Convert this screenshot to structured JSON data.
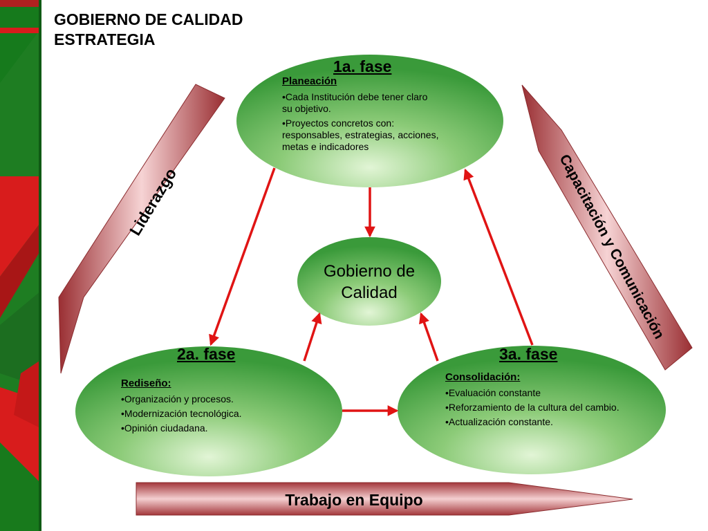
{
  "title": {
    "line1": "GOBIERNO DE CALIDAD",
    "line2": "ESTRATEGIA"
  },
  "center": {
    "line1": "Gobierno de",
    "line2": "Calidad"
  },
  "phase1": {
    "label": "1a. fase",
    "heading": "Planeación",
    "bullets": [
      "•Cada Institución debe tener claro su objetivo.",
      "•Proyectos concretos con: responsables, estrategias, acciones, metas e indicadores"
    ]
  },
  "phase2": {
    "label": "2a. fase",
    "heading": "Rediseño:",
    "bullets": [
      "•Organización y procesos.",
      "•Modernización tecnológica.",
      "•Opinión ciudadana."
    ]
  },
  "phase3": {
    "label": "3a. fase",
    "heading": "Consolidación:",
    "bullets": [
      "•Evaluación constante",
      "•Reforzamiento de la cultura del cambio.",
      "•Actualización constante."
    ]
  },
  "side_arrows": {
    "left": "Liderazgo",
    "right": "Capacitación y Comunicación",
    "bottom": "Trabajo en Equipo"
  },
  "colors": {
    "ellipse_light": "#d8f0c8",
    "ellipse_dark": "#3e9d3e",
    "arrow_red": "#e01414",
    "pencil_light": "#f3cfd0",
    "pencil_dark": "#9e3438",
    "sidebar_green": "#1e7d22",
    "sidebar_red": "#d81c1c"
  }
}
